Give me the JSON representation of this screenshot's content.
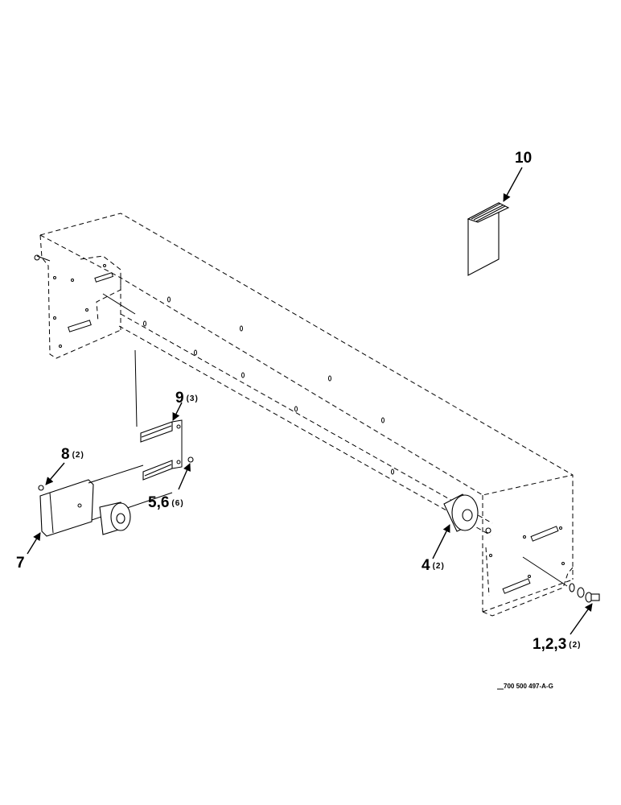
{
  "callouts": {
    "c10": {
      "label": "10",
      "qty": ""
    },
    "c9": {
      "label": "9",
      "qty": "(3)"
    },
    "c8": {
      "label": "8",
      "qty": "(2)"
    },
    "c56": {
      "label": "5,6",
      "qty": "(6)"
    },
    "c7": {
      "label": "7",
      "qty": ""
    },
    "c4": {
      "label": "4",
      "qty": "(2)"
    },
    "c123": {
      "label": "1,2,3",
      "qty": "(2)"
    }
  },
  "figure_ref": "700 500 497-A-G"
}
